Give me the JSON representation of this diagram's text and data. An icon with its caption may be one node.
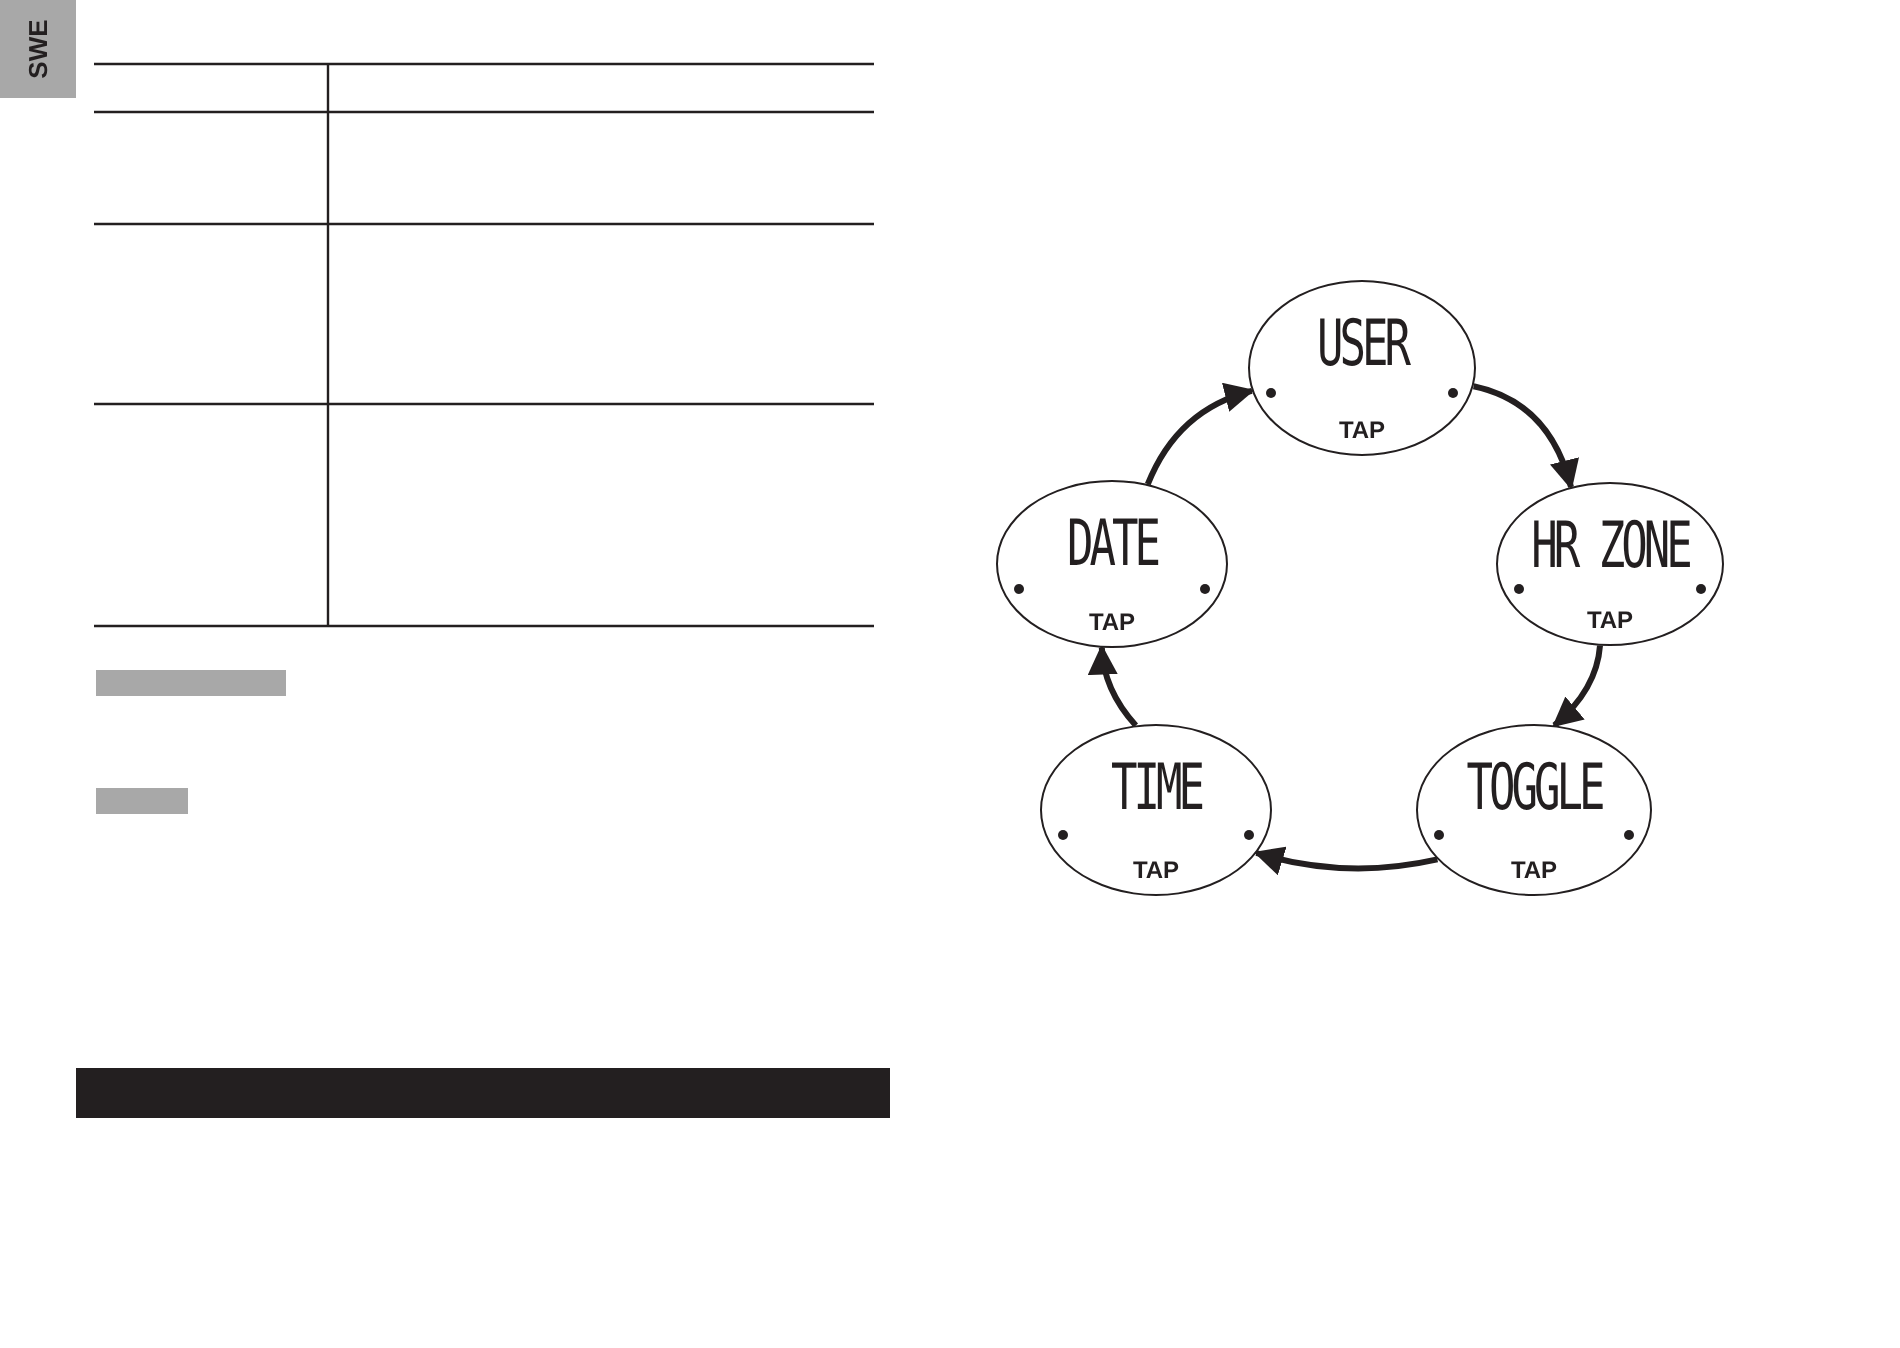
{
  "diagram": {
    "nodes": [
      {
        "text": [
          "USER",
          "TAP"
        ]
      },
      {
        "text": [
          "HR ZONE",
          "TAP"
        ]
      },
      {
        "text": [
          "TOGGLE",
          "TAP"
        ]
      },
      {
        "text": [
          "TIME",
          "TAP"
        ]
      },
      {
        "text": [
          "DATE",
          "TAP"
        ]
      }
    ],
    "edges": [
      {
        "from": 0,
        "to": 1,
        "arrow": "to"
      },
      {
        "from": 1,
        "to": 2,
        "arrow": "to"
      },
      {
        "from": 2,
        "to": 3,
        "arrow": "to"
      },
      {
        "from": 3,
        "to": 4,
        "arrow": "to"
      },
      {
        "from": 4,
        "to": 0,
        "arrow": "to"
      }
    ],
    "labels": [
      "SWE"
    ]
  }
}
